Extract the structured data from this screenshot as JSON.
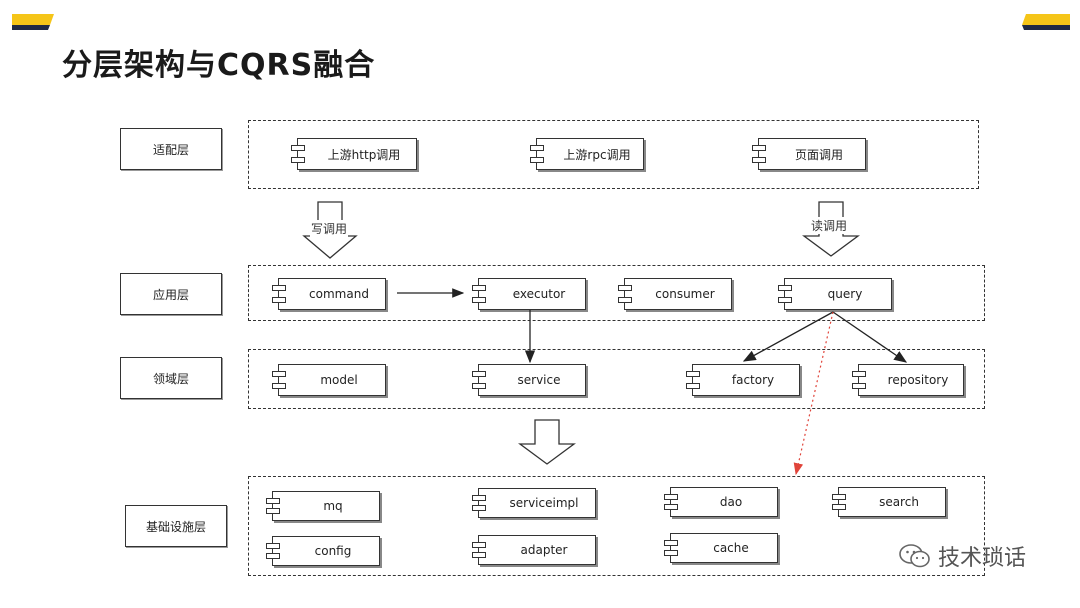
{
  "title": "分层架构与CQRS融合",
  "colors": {
    "accent_yellow": "#f5c518",
    "accent_dark": "#1f2a44",
    "dashed_arrow": "#e0443a"
  },
  "layers": {
    "adapter": "适配层",
    "application": "应用层",
    "domain": "领域层",
    "infrastructure": "基础设施层"
  },
  "components": {
    "adapter": [
      "上游http调用",
      "上游rpc调用",
      "页面调用"
    ],
    "application": [
      "command",
      "executor",
      "consumer",
      "query"
    ],
    "domain": [
      "model",
      "service",
      "factory",
      "repository"
    ],
    "infrastructure": [
      "mq",
      "serviceimpl",
      "dao",
      "search",
      "config",
      "adapter",
      "cache"
    ]
  },
  "arrow_labels": {
    "write_call": "写调用",
    "read_call": "读调用"
  },
  "watermark": {
    "text": "技术琐话",
    "icon": "wechat-icon"
  }
}
